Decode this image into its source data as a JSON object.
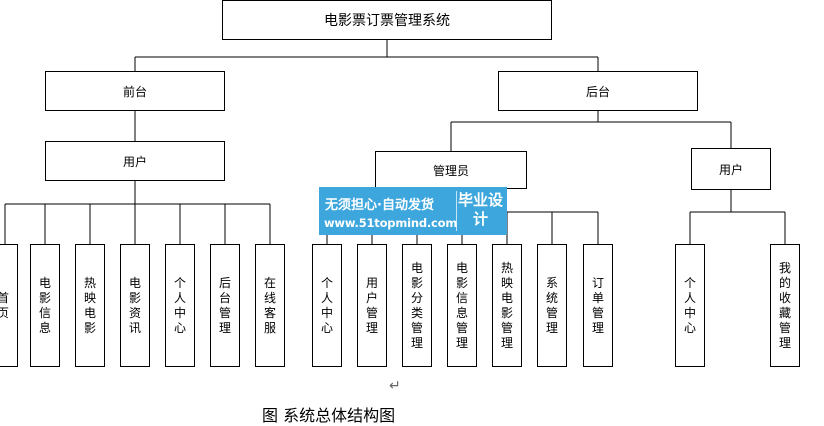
{
  "diagram": {
    "root": "电影票订票管理系统",
    "frontend": "前台",
    "frontend_user": "用户",
    "frontend_items": [
      "首页",
      "电影信息",
      "热映电影",
      "电影资讯",
      "个人中心",
      "后台管理",
      "在线客服"
    ],
    "backend": "后台",
    "admin": "管理员",
    "admin_items": [
      "个人中心",
      "用户管理",
      "电影分类管理",
      "电影信息管理",
      "热映电影管理",
      "系统管理",
      "订单管理"
    ],
    "backend_user": "用户",
    "backend_user_items": [
      "个人中心",
      "我的收藏管理"
    ]
  },
  "watermark": {
    "line1": "无须担心·自动发货",
    "line2": "www.51topmind.com",
    "right": "毕业设计",
    "color": "#3da6dc"
  },
  "return_mark": "↵",
  "caption": "图    系统总体结构图"
}
